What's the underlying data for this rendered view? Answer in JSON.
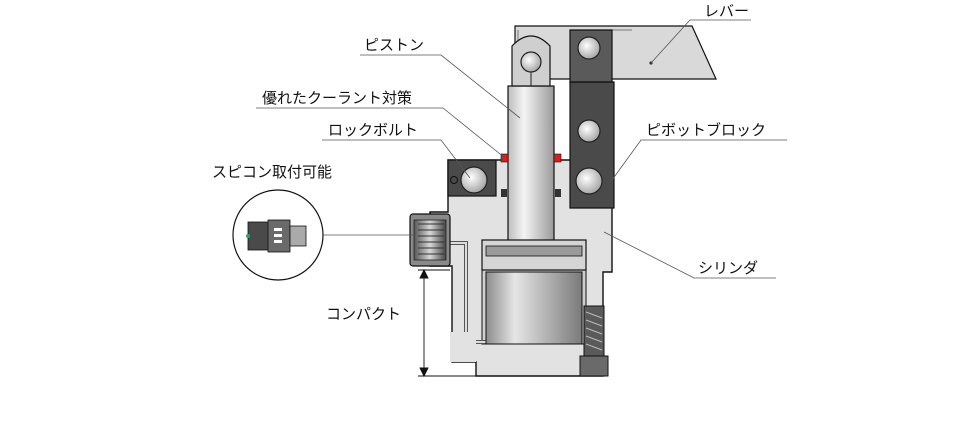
{
  "diagram": {
    "labels": {
      "lever": "レバー",
      "piston": "ピストン",
      "coolant": "優れたクーラント対策",
      "lock_bolt": "ロックボルト",
      "pivot_block": "ピボットブロック",
      "spicon": "スピコン取付可能",
      "cylinder": "シリンダ",
      "compact": "コンパクト"
    },
    "colors": {
      "lever_fill": "#d9d9d9",
      "body_fill": "#e2e2e2",
      "dark_block": "#4a4a4a",
      "piston_fill": "#dcdcdc",
      "seal_red": "#d62020",
      "outline": "#111111"
    }
  }
}
